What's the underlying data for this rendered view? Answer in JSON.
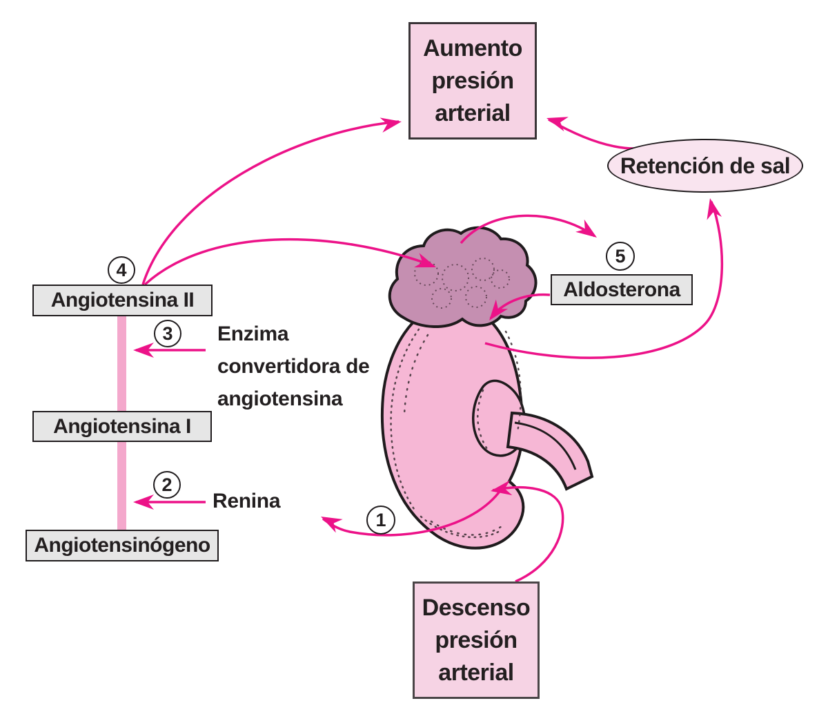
{
  "boxes": {
    "bp_increase": {
      "lines": [
        "Aumento",
        "presión",
        "arterial"
      ]
    },
    "bp_decrease": {
      "lines": [
        "Descenso",
        "presión",
        "arterial"
      ]
    },
    "salt_retention": {
      "label": "Retención de sal"
    },
    "angiotensin2": {
      "label": "Angiotensina II"
    },
    "angiotensin1": {
      "label": "Angiotensina I"
    },
    "angiotensinogen": {
      "label": "Angiotensinógeno"
    },
    "aldosterone": {
      "label": "Aldosterona"
    }
  },
  "labels": {
    "ace_lines": [
      "Enzima",
      "convertidora de",
      "angiotensina"
    ],
    "renin": "Renina"
  },
  "steps": {
    "s1": "1",
    "s2": "2",
    "s3": "3",
    "s4": "4",
    "s5": "5"
  },
  "icons": {
    "kidney": "kidney-illustration",
    "adrenal_gland": "adrenal-gland-illustration",
    "ureter": "ureter-illustration"
  },
  "colors": {
    "arrow_magenta": "#ec1288",
    "pink_box_fill": "#f6d3e4",
    "ellipse_fill": "#f9e4ef",
    "gray_box_fill": "#e6e6e6",
    "pathway_line_pink": "#f4a8cc",
    "kidney_fill": "#f6b7d5",
    "adrenal_fill": "#c58fb1",
    "outline_black": "#1f1b1d"
  }
}
